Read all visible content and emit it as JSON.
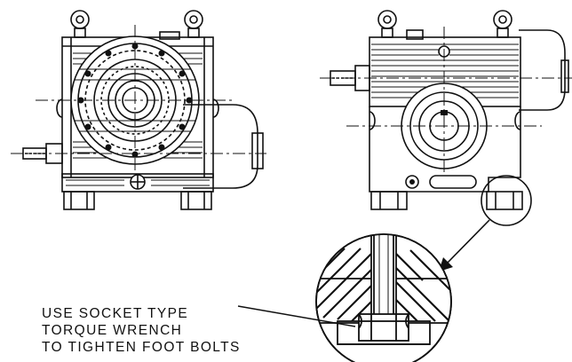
{
  "annotation": {
    "lines": [
      "USE SOCKET TYPE",
      "TORQUE WRENCH",
      "TO TIGHTEN FOOT BOLTS"
    ]
  },
  "views": [
    "gearbox-end-view",
    "gearbox-side-view",
    "foot-bolt-detail-view"
  ],
  "colors": {
    "ink": "#111111",
    "paper": "#ffffff"
  }
}
